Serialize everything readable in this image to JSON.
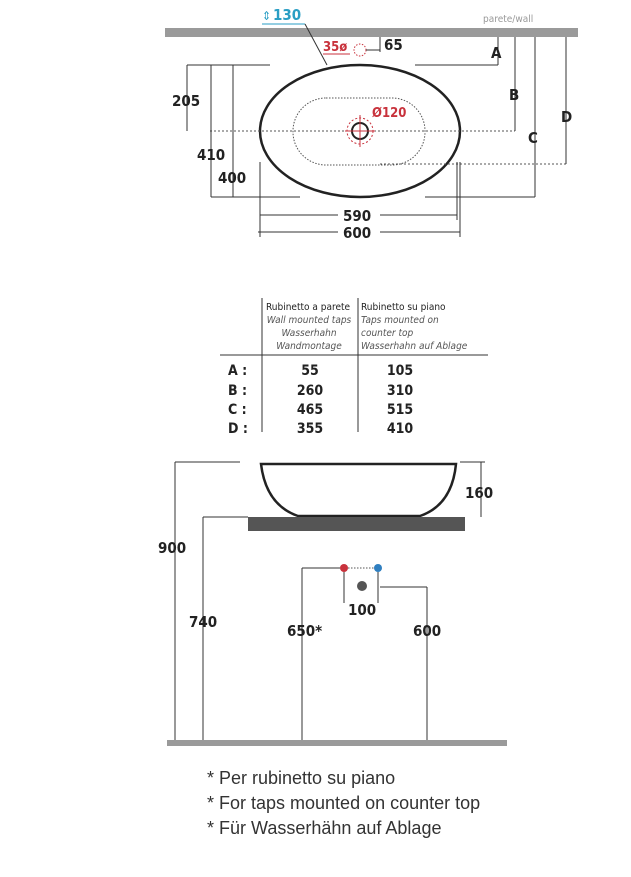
{
  "plan": {
    "wall_label": "parete/wall",
    "height_130": "130",
    "tap_hole": "35ø",
    "tap_offset": "65",
    "drain": "Ø120",
    "d205": "205",
    "d410": "410",
    "d400": "400",
    "d590": "590",
    "d600": "600",
    "A": "A",
    "B": "B",
    "C": "C",
    "D": "D"
  },
  "table": {
    "col1": {
      "title": "Rubinetto a parete",
      "lines": [
        "Wall mounted taps",
        "Wasserhahn",
        "Wandmontage"
      ]
    },
    "col2": {
      "title": "Rubinetto su piano",
      "lines": [
        "Taps mounted on",
        "counter top",
        "Wasserhahn auf Ablage"
      ]
    },
    "rows": [
      {
        "label": "A :",
        "wall": "55",
        "counter": "105"
      },
      {
        "label": "B :",
        "wall": "260",
        "counter": "310"
      },
      {
        "label": "C :",
        "wall": "465",
        "counter": "515"
      },
      {
        "label": "D :",
        "wall": "355",
        "counter": "410"
      }
    ]
  },
  "side": {
    "d160": "160",
    "d900": "900",
    "d740": "740",
    "d650": "650*",
    "d600": "600",
    "d100": "100"
  },
  "notes": [
    "* Per rubinetto su piano",
    "* For taps mounted on counter top",
    "* Für Wasserhähn auf Ablage"
  ],
  "colors": {
    "cyan": "#2a9ec4",
    "red": "#c8323c",
    "blue": "#2f7fc0",
    "wall": "#9a9a9a",
    "counter": "#555555"
  }
}
